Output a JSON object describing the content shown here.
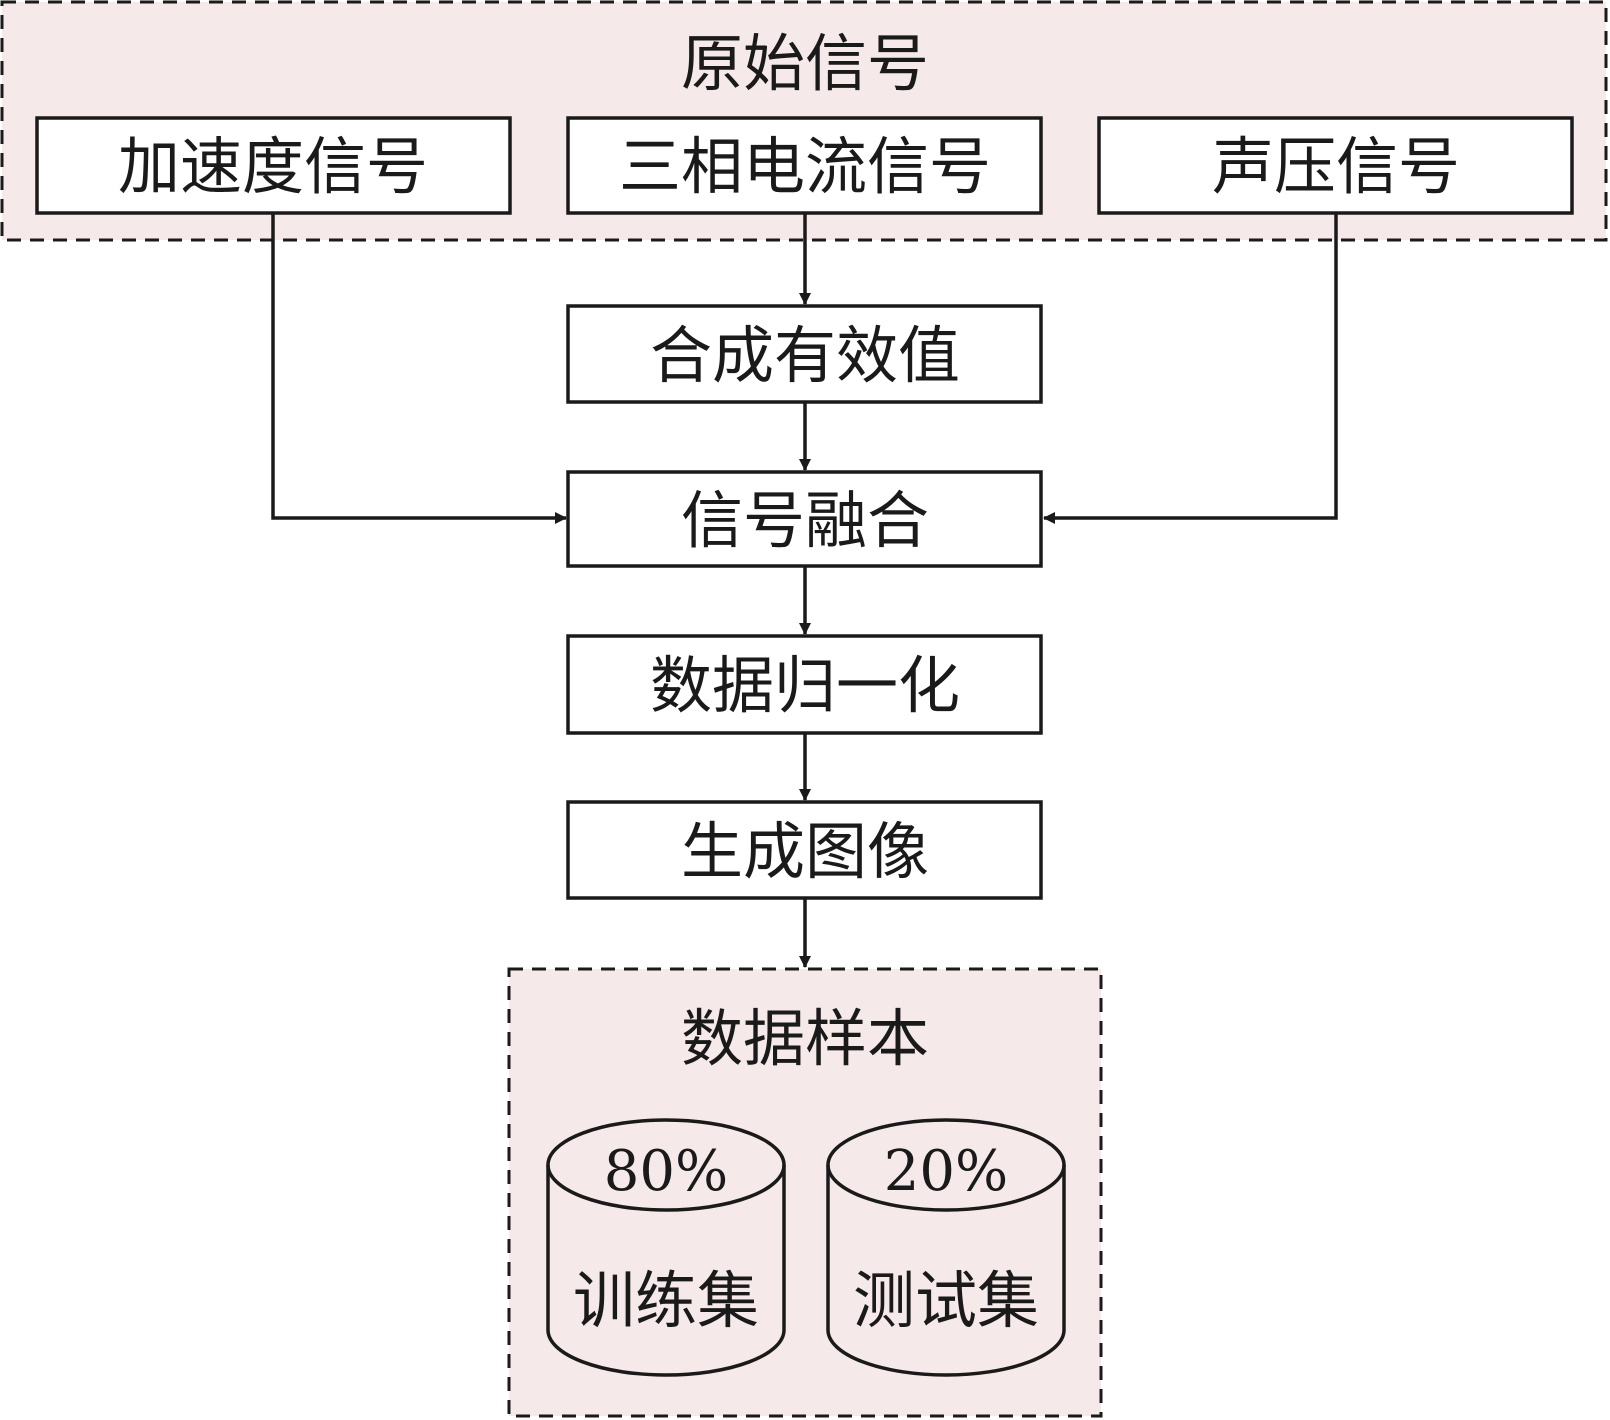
{
  "diagram": {
    "raw_group": {
      "title": "原始信号",
      "signals": [
        {
          "id": "accel",
          "label": "加速度信号"
        },
        {
          "id": "current",
          "label": "三相电流信号"
        },
        {
          "id": "sound",
          "label": "声压信号"
        }
      ]
    },
    "steps": [
      {
        "id": "rms",
        "label": "合成有效值"
      },
      {
        "id": "fusion",
        "label": "信号融合"
      },
      {
        "id": "normalize",
        "label": "数据归一化"
      },
      {
        "id": "image",
        "label": "生成图像"
      }
    ],
    "sample_group": {
      "title": "数据样本",
      "sets": [
        {
          "id": "train",
          "percent": "80%",
          "label": "训练集"
        },
        {
          "id": "test",
          "percent": "20%",
          "label": "测试集"
        }
      ]
    },
    "edges": [
      {
        "from": "current",
        "to": "rms"
      },
      {
        "from": "rms",
        "to": "fusion"
      },
      {
        "from": "accel",
        "to": "fusion"
      },
      {
        "from": "sound",
        "to": "fusion"
      },
      {
        "from": "fusion",
        "to": "normalize"
      },
      {
        "from": "normalize",
        "to": "image"
      },
      {
        "from": "image",
        "to": "sample_group"
      }
    ]
  }
}
